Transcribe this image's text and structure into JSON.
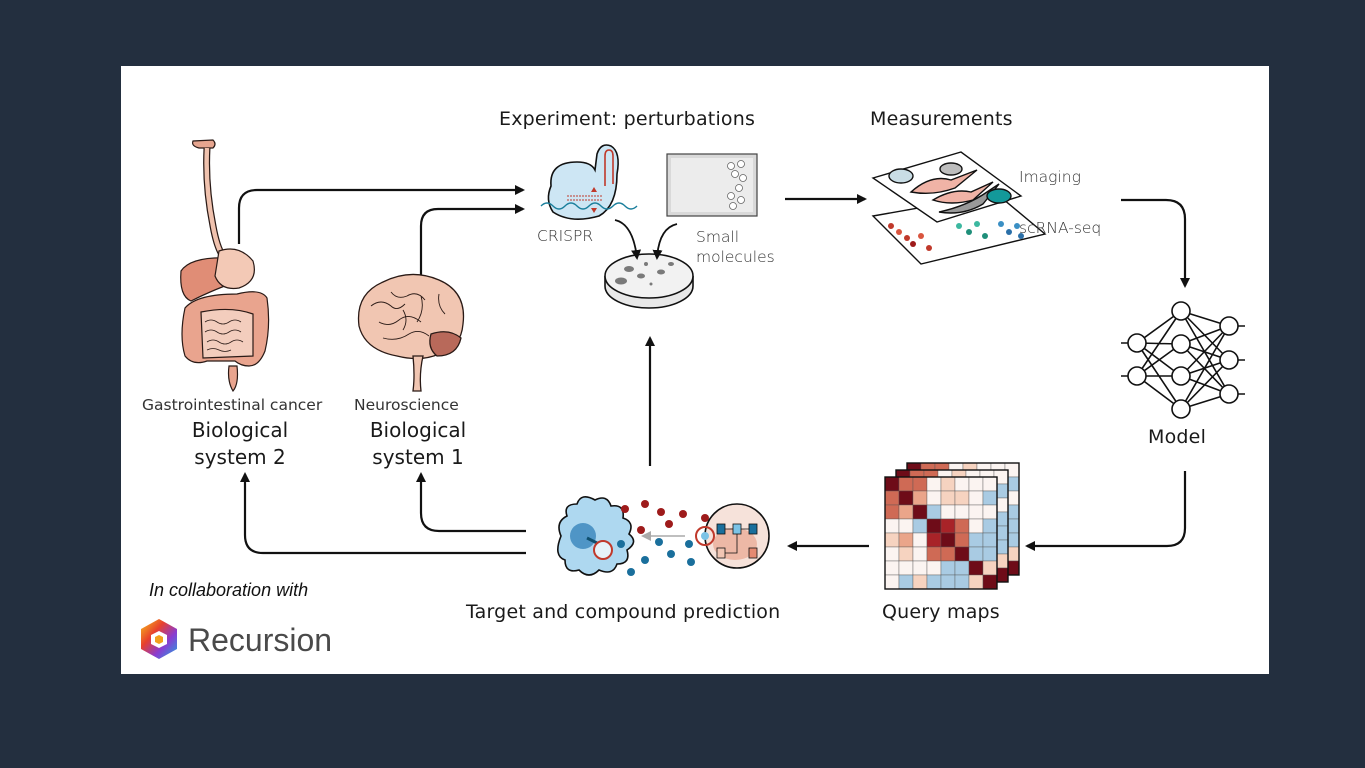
{
  "diagram": {
    "sections": {
      "experiment_title": "Experiment: perturbations",
      "measurements_title": "Measurements",
      "model_label": "Model",
      "query_maps_label": "Query maps",
      "prediction_label": "Target and compound prediction"
    },
    "experiment": {
      "crispr_label": "CRISPR",
      "small_molecules_label": "Small\nmolecules"
    },
    "measurements": {
      "imaging_label": "Imaging",
      "scrna_label": "scRNA-seq"
    },
    "systems": [
      {
        "subtitle": "Gastrointestinal cancer",
        "title_line1": "Biological",
        "title_line2": "system 2"
      },
      {
        "subtitle": "Neuroscience",
        "title_line1": "Biological",
        "title_line2": "system 1"
      }
    ],
    "collaboration": {
      "text": "In collaboration with",
      "partner": "Recursion"
    },
    "colors": {
      "background": "#232f3f",
      "panel": "#ffffff",
      "organ": "#e8a08a",
      "dark_red": "#7a0f1c",
      "teal": "#1a7f9c",
      "light_blue": "#cde6f4"
    },
    "query_map_matrix": [
      [
        4,
        3,
        3,
        0,
        1,
        0,
        0,
        0
      ],
      [
        3,
        4,
        2,
        0,
        1,
        1,
        0,
        -1
      ],
      [
        3,
        2,
        4,
        -1,
        0,
        0,
        0,
        0
      ],
      [
        0,
        0,
        -1,
        4,
        3.5,
        3,
        0,
        -1
      ],
      [
        1,
        2,
        0,
        3.5,
        4,
        3,
        -1,
        -1
      ],
      [
        0,
        1,
        0,
        3,
        3,
        4,
        -1,
        -1
      ],
      [
        0,
        0,
        0,
        0,
        -1,
        -1,
        4,
        1
      ],
      [
        0,
        -1,
        1,
        -1,
        -1,
        -1,
        1,
        4
      ]
    ]
  }
}
